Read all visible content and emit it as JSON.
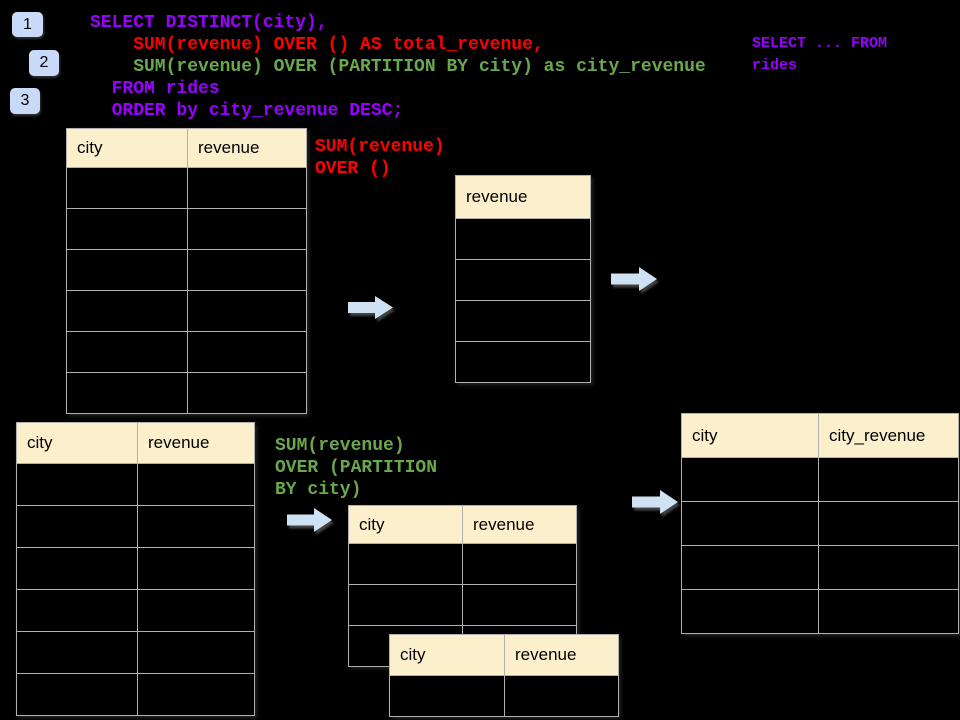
{
  "colors": {
    "purple": "#9900ff",
    "red": "#ff0000",
    "green": "#6aa84f",
    "header_fill": "#fcf0cc",
    "badge_fill": "#c9daf8",
    "arrow_fill": "#cfe2f3"
  },
  "badges": [
    "1",
    "2",
    "3"
  ],
  "code": {
    "lines": [
      {
        "text": "SELECT DISTINCT(city),",
        "color": "purple"
      },
      {
        "text": "    SUM(revenue) OVER () AS total_revenue,",
        "color": "red"
      },
      {
        "text": "    SUM(revenue) OVER (PARTITION BY city) as city_revenue",
        "color": "green"
      },
      {
        "text": "  FROM rides",
        "color": "purple"
      },
      {
        "text": "  ORDER by city_revenue DESC;",
        "color": "purple"
      }
    ]
  },
  "snippet": {
    "lines": [
      "SELECT ... FROM",
      "rides"
    ]
  },
  "annotations": {
    "total": {
      "lines": [
        "SUM(revenue)",
        "OVER ()"
      ]
    },
    "partition": {
      "lines": [
        "SUM(revenue)",
        "OVER (PARTITION",
        "BY city)"
      ]
    }
  },
  "tables": {
    "source_top": {
      "headers": [
        "city",
        "revenue"
      ],
      "rows": 6
    },
    "total_revenue": {
      "headers": [
        "revenue"
      ],
      "rows": 4
    },
    "source_bottom": {
      "headers": [
        "city",
        "revenue"
      ],
      "rows": 6
    },
    "partition_mid": {
      "headers": [
        "city",
        "revenue"
      ],
      "rows": 3
    },
    "partition_overlap": {
      "headers": [
        "city",
        "revenue"
      ],
      "rows": 1
    },
    "result": {
      "headers": [
        "city",
        "city_revenue"
      ],
      "rows": 4
    }
  }
}
